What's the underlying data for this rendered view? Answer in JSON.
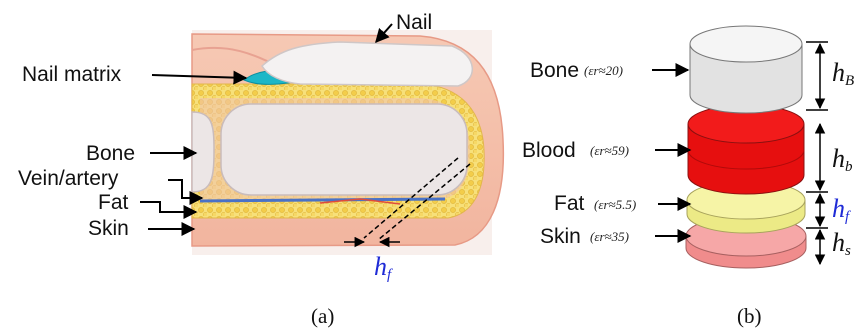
{
  "panel_a": {
    "caption": "(a)",
    "labels": {
      "nail": "Nail",
      "nail_matrix": "Nail matrix",
      "bone": "Bone",
      "vein_artery": "Vein/artery",
      "fat": "Fat",
      "skin": "Skin"
    },
    "thickness": {
      "symbol": "h",
      "subscript": "f",
      "color": "#1f2bd6"
    }
  },
  "panel_b": {
    "caption": "(b)",
    "layers": [
      {
        "name": "Bone",
        "permittivity": "(εr≈20)",
        "dim_symbol": "h",
        "dim_sub": "B",
        "dim_color": "#111111",
        "color": "#e6e6e6"
      },
      {
        "name": "Blood",
        "permittivity": "(εr≈59)",
        "dim_symbol": "h",
        "dim_sub": "b",
        "dim_color": "#111111",
        "color": "#ee1111"
      },
      {
        "name": "Fat",
        "permittivity": "(εr≈5.5)",
        "dim_symbol": "h",
        "dim_sub": "f",
        "dim_color": "#1f2bd6",
        "color": "#f4f29a"
      },
      {
        "name": "Skin",
        "permittivity": "(εr≈35)",
        "dim_symbol": "h",
        "dim_sub": "s",
        "dim_color": "#111111",
        "color": "#f39a9a"
      }
    ]
  }
}
